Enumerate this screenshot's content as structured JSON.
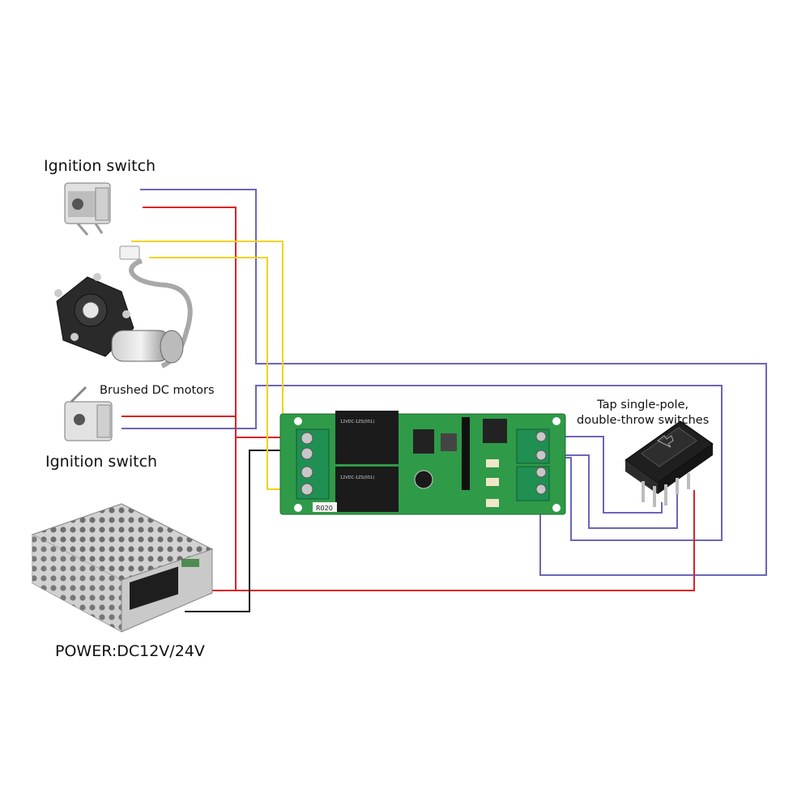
{
  "labels": {
    "ignition_switch_top": "Ignition switch",
    "ignition_switch_bottom": "Ignition switch",
    "brushed_dc_motors": "Brushed DC motors",
    "tap_switch_line1": "Tap single-pole,",
    "tap_switch_line2": "double-throw switches",
    "power": "POWER:DC12V/24V"
  },
  "board": {
    "relay1_text": "12VDC-1ZS(051)",
    "relay2_text": "12VDC-1ZS(051)",
    "silk_label": "R020"
  },
  "colors": {
    "wire_blue": "#6a66b8",
    "wire_red": "#dd2222",
    "wire_yellow": "#f2d21a",
    "wire_black": "#111111",
    "pcb_green": "#2f9a48",
    "terminal_green": "#1f8f52",
    "relay_black": "#1b1b1b"
  },
  "icons": [
    "ignition-switch-icon",
    "dc-motor-icon",
    "power-supply-icon",
    "rocker-switch-icon",
    "relay-board-icon"
  ]
}
